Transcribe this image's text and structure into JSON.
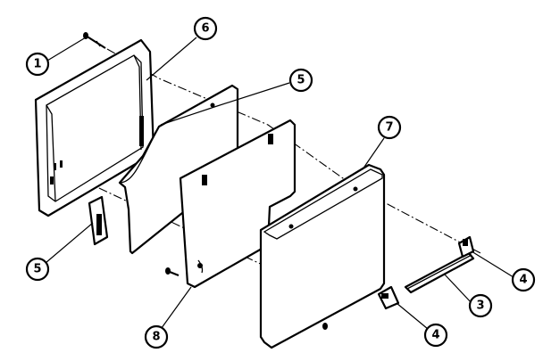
{
  "callouts": {
    "part_1": "1",
    "part_6": "6",
    "part_5_upper": "5",
    "part_5_lower": "5",
    "part_7": "7",
    "part_8": "8",
    "part_4_upper": "4",
    "part_4_lower": "4",
    "part_3": "3"
  },
  "colors": {
    "line": "#000000",
    "background": "#ffffff"
  }
}
